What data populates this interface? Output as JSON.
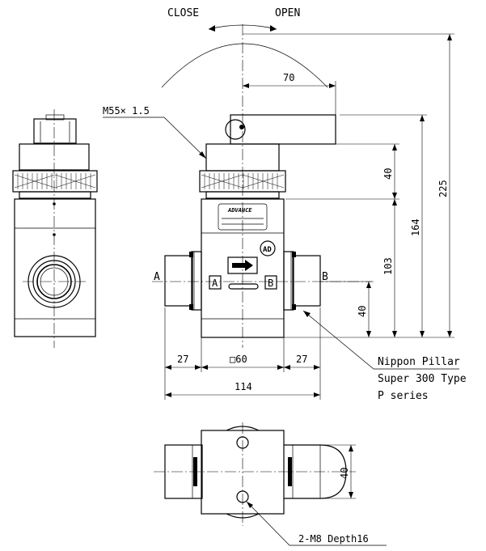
{
  "labels": {
    "close": "CLOSE",
    "open": "OPEN",
    "thread": "M55× 1.5",
    "port_a": "A",
    "port_b": "B",
    "port_a_box": "A",
    "port_b_box": "B",
    "note_line1": "Nippon Pillar",
    "note_line2": "Super 300 Type",
    "note_line3": "P series",
    "bottom_note": "2-M8 Depth16",
    "brand": "ADVANCE"
  },
  "dimensions": {
    "handle_length": "70",
    "cap_height": "40",
    "total_height": "225",
    "handle_height": "164",
    "body_height": "103",
    "port_height": "40",
    "port_left": "27",
    "body_square": "□60",
    "port_right": "27",
    "overall_width": "114",
    "bottom_depth": "40"
  },
  "colors": {
    "line": "#000000",
    "background": "#ffffff"
  }
}
